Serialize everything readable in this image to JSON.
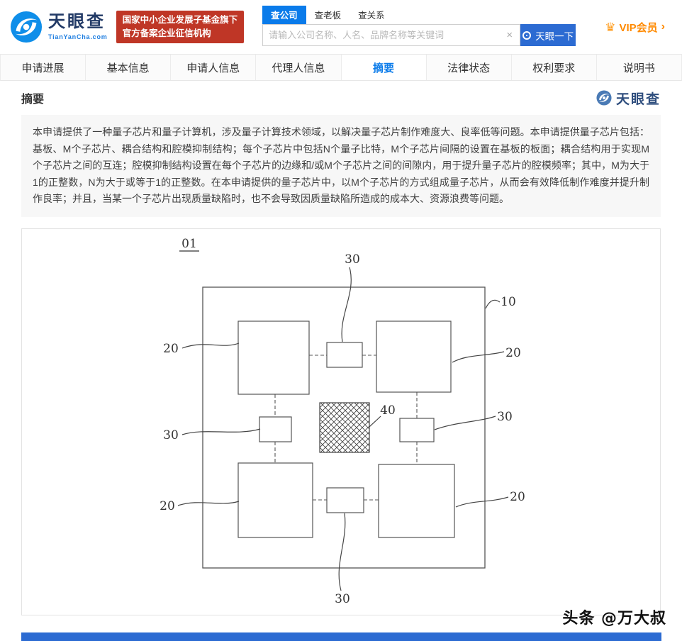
{
  "header": {
    "logo": {
      "cn": "天眼查",
      "en": "TianYanCha.com"
    },
    "badge": {
      "line1": "国家中小企业发展子基金旗下",
      "line2": "官方备案企业征信机构"
    },
    "search": {
      "tabs": [
        {
          "label": "查公司"
        },
        {
          "label": "查老板"
        },
        {
          "label": "查关系"
        }
      ],
      "placeholder": "请输入公司名称、人名、品牌名称等关键词",
      "clear": "×",
      "button": "天眼一下"
    },
    "vip": {
      "label": "VIP会员",
      "arrow": "›"
    }
  },
  "nav": {
    "tabs": [
      {
        "label": "申请进展"
      },
      {
        "label": "基本信息"
      },
      {
        "label": "申请人信息"
      },
      {
        "label": "代理人信息"
      },
      {
        "label": "摘要"
      },
      {
        "label": "法律状态"
      },
      {
        "label": "权利要求"
      },
      {
        "label": "说明书"
      }
    ],
    "active_index": 4
  },
  "section": {
    "title": "摘要",
    "brand": "天眼查"
  },
  "abstract": "本申请提供了一种量子芯片和量子计算机，涉及量子计算技术领域，以解决量子芯片制作难度大、良率低等问题。本申请提供量子芯片包括：基板、M个子芯片、耦合结构和腔模抑制结构；每个子芯片中包括N个量子比特，M个子芯片间隔的设置在基板的板面；耦合结构用于实现M个子芯片之间的互连；腔模抑制结构设置在每个子芯片的边缘和/或M个子芯片之间的间隙内，用于提升量子芯片的腔模频率；其中，M为大于1的正整数，N为大于或等于1的正整数。在本申请提供的量子芯片中，以M个子芯片的方式组成量子芯片，从而会有效降低制作难度并提升制作良率；并且，当某一个子芯片出现质量缺陷时，也不会导致因质量缺陷所造成的成本大、资源浪费等问题。",
  "diagram": {
    "figure_label": "01",
    "ref_substrate": "10",
    "ref_subchip": "20",
    "ref_coupling": "30",
    "ref_cavity": "40"
  },
  "watermark": "头条 @万大叔",
  "colors": {
    "brand_blue": "#0a7bea",
    "button_blue": "#2c6bd2",
    "badge_red": "#bf3626",
    "vip_orange": "#ff8a00"
  }
}
